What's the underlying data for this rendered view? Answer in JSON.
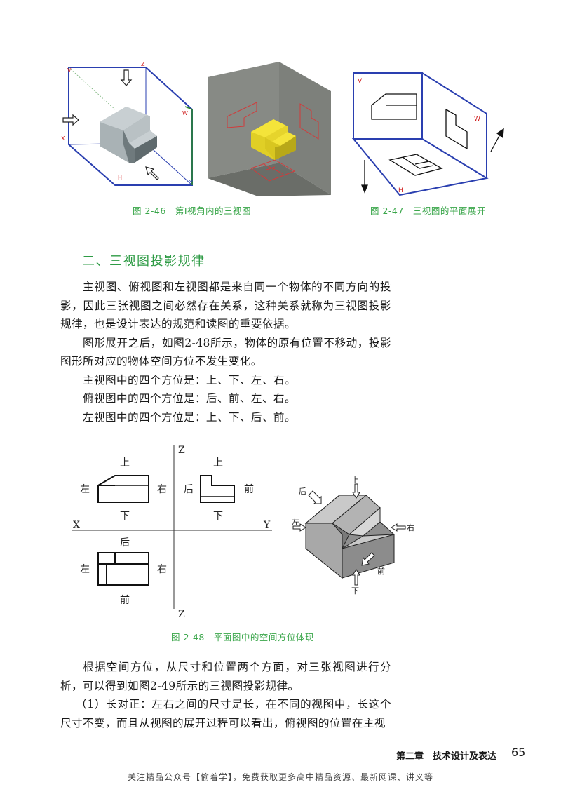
{
  "figures_top": {
    "fig46_caption": "图 2-46　第Ⅰ视角内的三视图",
    "fig47_caption": "图 2-47　三视图的平面展开",
    "box_labels": {
      "v": "V",
      "z": "Z",
      "w": "W",
      "x": "X",
      "h": "H",
      "y": "Y"
    },
    "unfold_labels": {
      "v": "V",
      "w": "W",
      "h": "H"
    }
  },
  "section": {
    "heading": "二、三视图投影规律",
    "paragraphs": [
      "主视图、俯视图和左视图都是来自同一个物体的不同方向的投影，因此三张视图之间必然存在关系，这种关系就称为三视图投影规律，也是设计表达的规范和读图的重要依据。",
      "图形展开之后，如图2-48所示，物体的原有位置不移动，投影图形所对应的物体空间方位不发生变化。",
      "主视图中的四个方位是：上、下、左、右。",
      "俯视图中的四个方位是：后、前、左、右。",
      "左视图中的四个方位是：上、下、后、前。"
    ]
  },
  "fig48": {
    "caption": "图 2-48　平面图中的空间方位体现",
    "axes": {
      "z_top": "Z",
      "z_bottom": "Z",
      "x": "X",
      "y": "Y"
    },
    "front_view": {
      "top": "上",
      "bottom": "下",
      "left": "左",
      "right": "右"
    },
    "side_view": {
      "top": "上",
      "bottom": "下",
      "left": "后",
      "right": "前"
    },
    "top_view": {
      "top": "后",
      "bottom": "前",
      "left": "左",
      "right": "右"
    },
    "iso": {
      "top": "上",
      "back": "后",
      "left": "左",
      "right": "右",
      "front": "前",
      "bottom": "下"
    }
  },
  "lower": {
    "paragraphs": [
      "根据空间方位，从尺寸和位置两个方面，对三张视图进行分析，可以得到如图2-49所示的三视图投影规律。",
      "（1）长对正：左右之间的尺寸是长，在不同的视图中，长这个尺寸不变，而且从视图的展开过程可以看出，俯视图的位置在主视"
    ]
  },
  "footer": {
    "chapter": "第二章　技术设计及表达",
    "page": "65",
    "note": "关注精品公众号【偷着学】，免费获取更多高中精品资源、最新网课、讲义等"
  }
}
